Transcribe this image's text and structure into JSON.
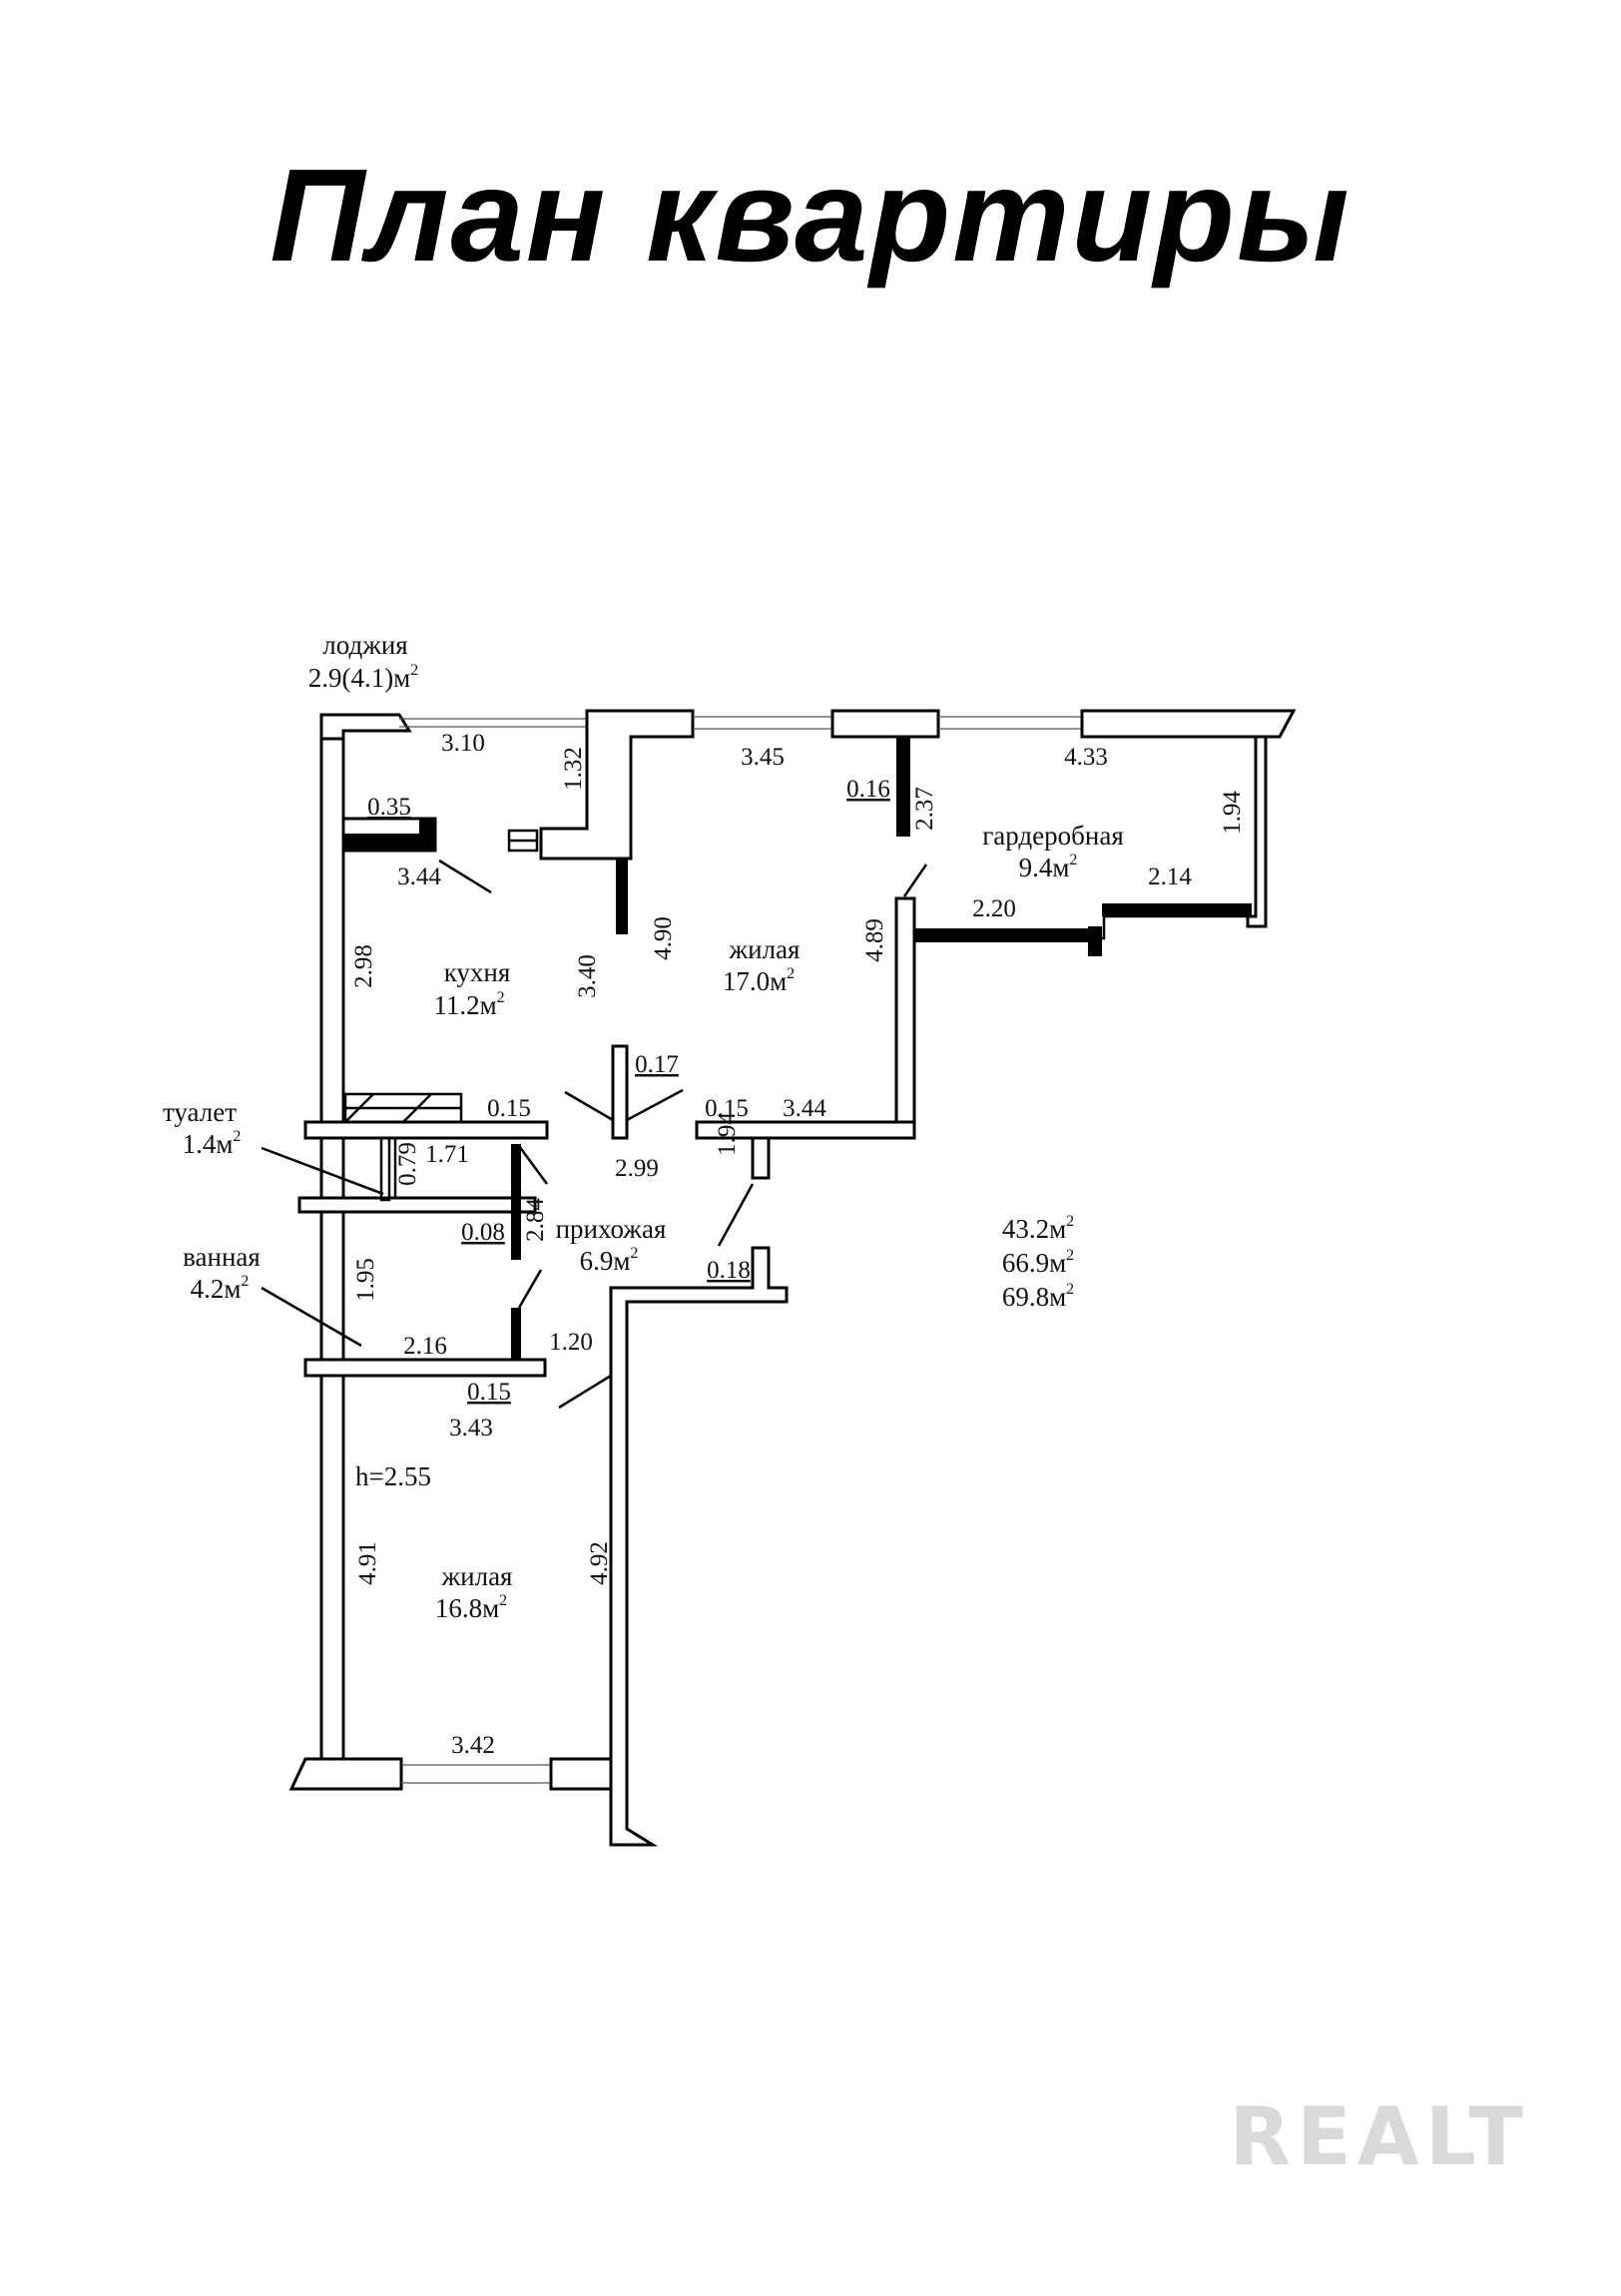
{
  "title": "План квартиры",
  "watermark": "REALT",
  "rooms": {
    "loggia": {
      "name": "лоджия",
      "area": "2.9(4.1)м",
      "sup": "2"
    },
    "kitchen": {
      "name": "кухня",
      "area": "11.2м",
      "sup": "2"
    },
    "living1": {
      "name": "жилая",
      "area": "17.0м",
      "sup": "2"
    },
    "wardrobe": {
      "name": "гардеробная",
      "area": "9.4м",
      "sup": "2"
    },
    "toilet": {
      "name": "туалет",
      "area": "1.4м",
      "sup": "2"
    },
    "hall": {
      "name": "прихожая",
      "area": "6.9м",
      "sup": "2"
    },
    "bath": {
      "name": "ванная",
      "area": "4.2м",
      "sup": "2"
    },
    "living2": {
      "name": "жилая",
      "area": "16.8м",
      "sup": "2"
    }
  },
  "totals": [
    {
      "value": "43.2м",
      "sup": "2"
    },
    {
      "value": "66.9м",
      "sup": "2"
    },
    {
      "value": "69.8м",
      "sup": "2"
    }
  ],
  "ceiling_height": "h=2.55",
  "dimensions": {
    "loggia_width": "3.10",
    "loggia_depth": "1.32",
    "living1_top": "3.45",
    "wall_016": "0.16",
    "wardrobe_top": "4.33",
    "wardrobe_side": "2.37",
    "wardrobe_right": "1.94",
    "wardrobe_bottom": "2.14",
    "wardrobe_step": "2.20",
    "wall_035": "0.35",
    "kitchen_top": "3.44",
    "kitchen_depth": "3.40",
    "living1_depth": "4.90",
    "living1_right": "4.89",
    "kitchen_left": "2.98",
    "wall_017": "0.17",
    "wall_015_a": "0.15",
    "wall_015_b": "0.15",
    "living1_bottom": "3.44",
    "toilet_depth": "0.79",
    "toilet_width": "1.71",
    "hall_width": "2.99",
    "hall_side": "1.94",
    "wall_008": "0.08",
    "hall_depth": "2.84",
    "wall_018": "0.18",
    "bath_depth": "1.95",
    "bath_width": "2.16",
    "hall_bottom": "1.20",
    "wall_015_c": "0.15",
    "living2_top": "3.43",
    "living2_left": "4.91",
    "living2_right": "4.92",
    "living2_bottom": "3.42"
  }
}
